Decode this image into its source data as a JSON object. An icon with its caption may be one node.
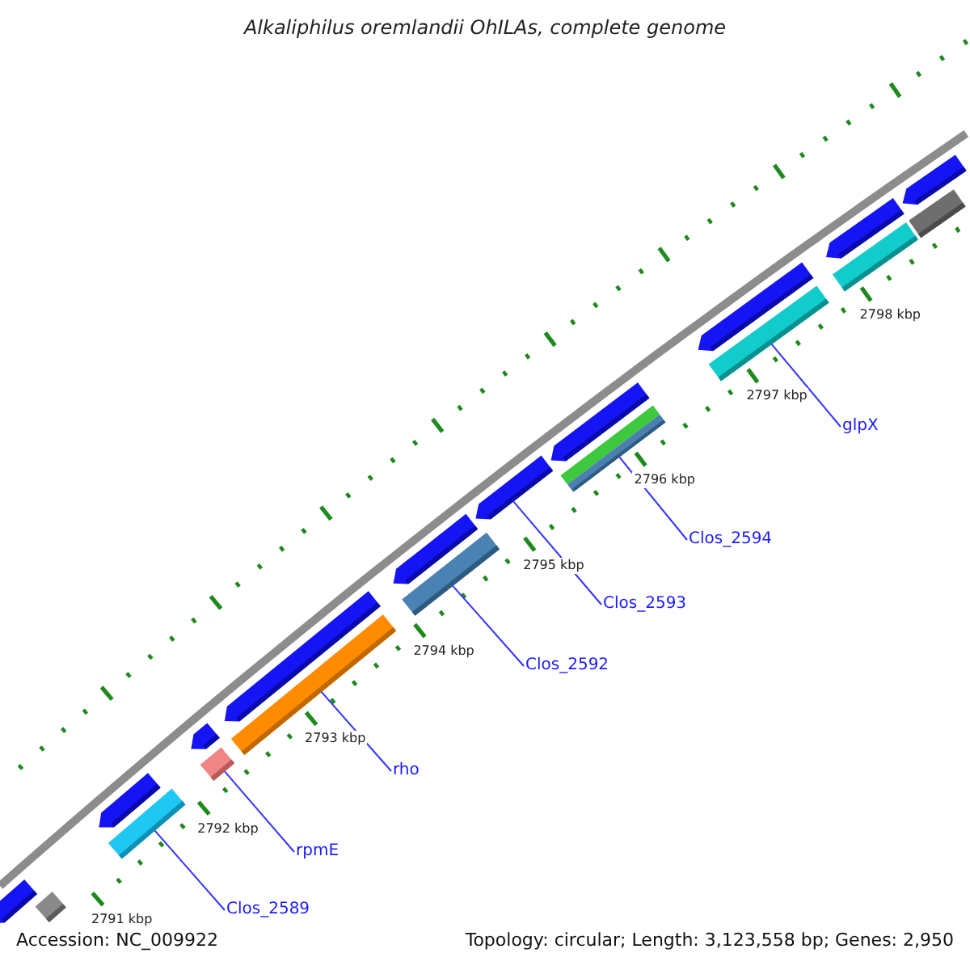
{
  "diagram": {
    "title": "Alkaliphilus oremlandii OhILAs, complete genome",
    "nodes": [
      {
        "text": [
          "glpX"
        ]
      },
      {
        "text": [
          "Clos_2594"
        ]
      },
      {
        "text": [
          "Clos_2593"
        ]
      },
      {
        "text": [
          "Clos_2592"
        ]
      },
      {
        "text": [
          "rho"
        ]
      },
      {
        "text": [
          "rpmE"
        ]
      },
      {
        "text": [
          "Clos_2589"
        ]
      },
      {
        "text": [],
        "shape": "bar"
      },
      {
        "text": [],
        "shape": "bar"
      },
      {
        "text": [],
        "shape": "bar"
      },
      {
        "text": [],
        "shape": "bar"
      },
      {
        "text": [],
        "shape": "bar"
      },
      {
        "text": [],
        "shape": "bar"
      },
      {
        "text": [],
        "shape": "bar"
      },
      {
        "text": [],
        "shape": "bar"
      },
      {
        "text": [],
        "shape": "bar"
      },
      {
        "text": [],
        "shape": "bar"
      },
      {
        "text": [],
        "shape": "bar"
      },
      {
        "text": [],
        "shape": "bar"
      },
      {
        "text": [],
        "shape": "bar"
      },
      {
        "text": [],
        "shape": "bar"
      },
      {
        "text": [],
        "shape": "bar"
      },
      {
        "text": [],
        "shape": "bar"
      },
      {
        "text": [],
        "shape": "bar"
      },
      {
        "text": [],
        "shape": "bar"
      },
      {
        "text": [],
        "shape": "bar"
      }
    ],
    "edges": [
      {
        "from": 6,
        "to": 9,
        "arrow": "none"
      },
      {
        "from": 5,
        "to": 11,
        "arrow": "none"
      },
      {
        "from": 4,
        "to": 13,
        "arrow": "none"
      },
      {
        "from": 3,
        "to": 15,
        "arrow": "none"
      },
      {
        "from": 2,
        "to": 17,
        "arrow": "none"
      },
      {
        "from": 1,
        "to": 18,
        "arrow": "none"
      },
      {
        "from": 0,
        "to": 20,
        "arrow": "none"
      }
    ],
    "labels": [
      "2798 kbp",
      "2797 kbp",
      "2796 kbp",
      "2795 kbp",
      "2794 kbp",
      "2793 kbp",
      "2792 kbp",
      "2791 kbp",
      "Accession: NC_009922",
      "Topology: circular; Length: 3,123,558 bp; Genes: 2,950"
    ]
  }
}
